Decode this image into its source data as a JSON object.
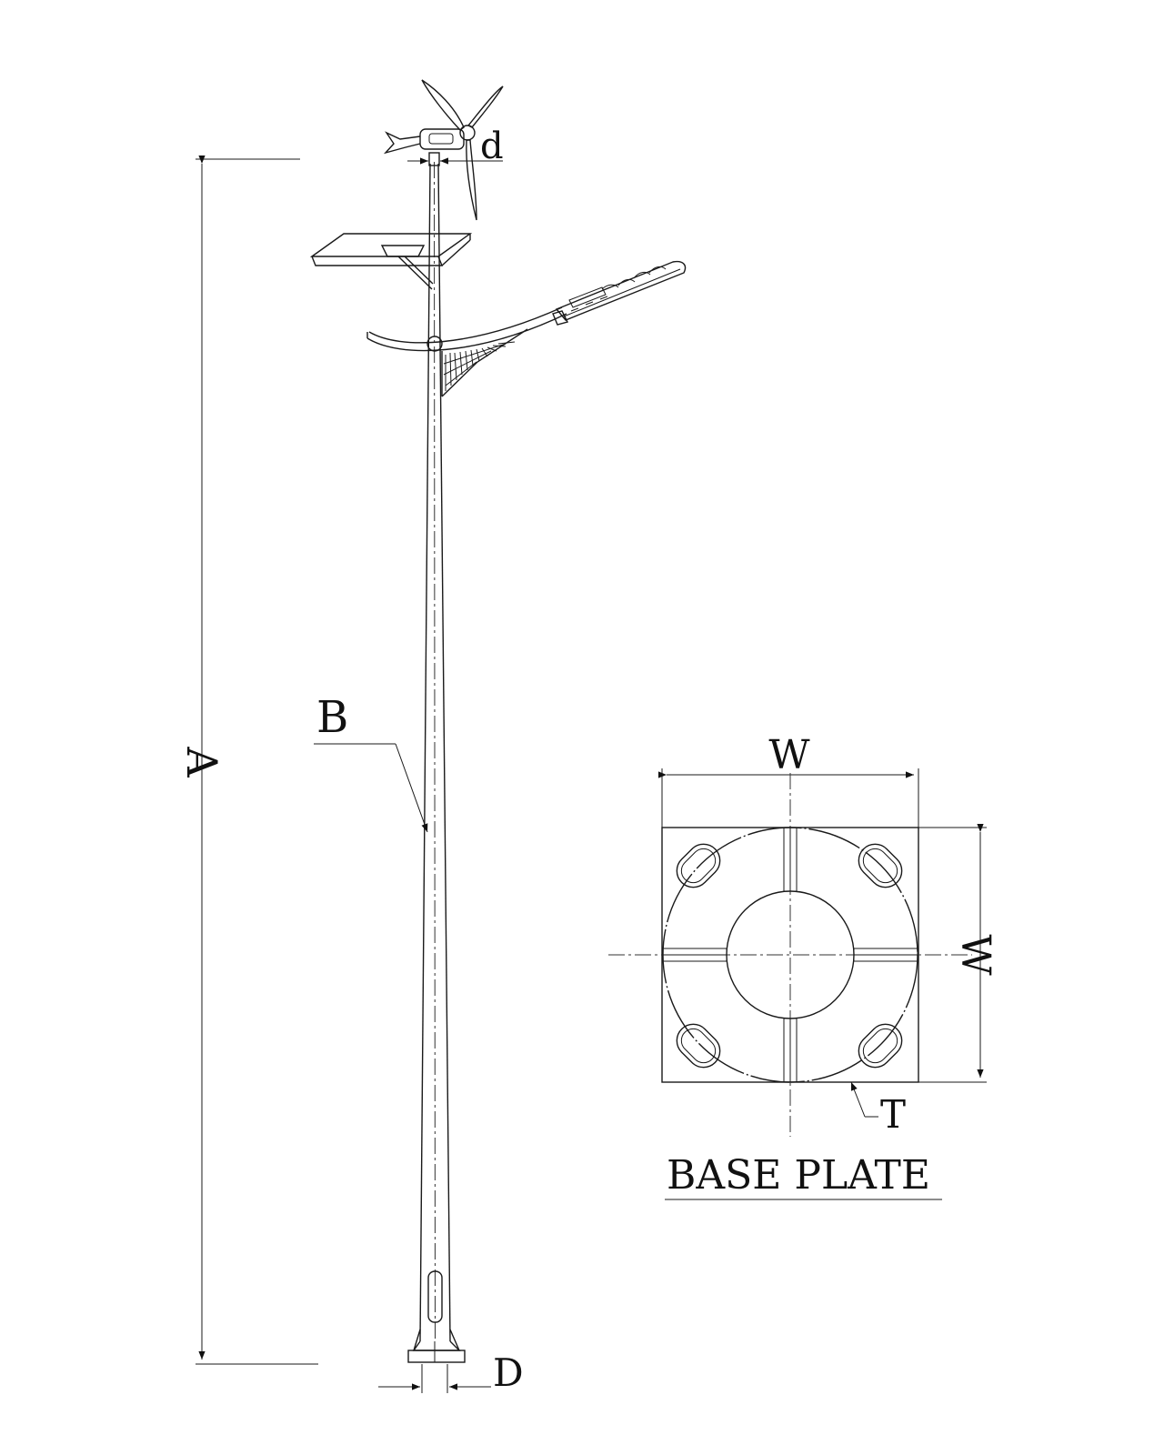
{
  "labels": {
    "height": "A",
    "shaft": "B",
    "top_diameter": "d",
    "bottom_diameter": "D",
    "plate_width_h": "W",
    "plate_width_v": "W",
    "plate_thickness": "T"
  },
  "base_plate": {
    "title": "BASE PLATE"
  }
}
